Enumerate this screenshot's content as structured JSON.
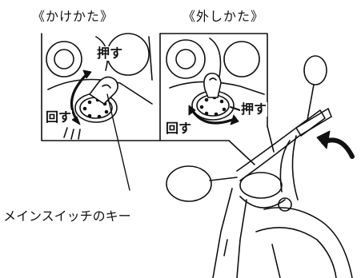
{
  "captions": {
    "locking": "《かけかた》",
    "unlocking": "《外しかた》"
  },
  "left_panel": {
    "push_label": "押す",
    "turn_label": "回す"
  },
  "right_panel": {
    "turn_label": "回す",
    "push_label": "押す"
  },
  "callout": {
    "main_switch_key": "メインスイッチのキー"
  },
  "colors": {
    "line": "#111111",
    "background": "#ffffff"
  }
}
